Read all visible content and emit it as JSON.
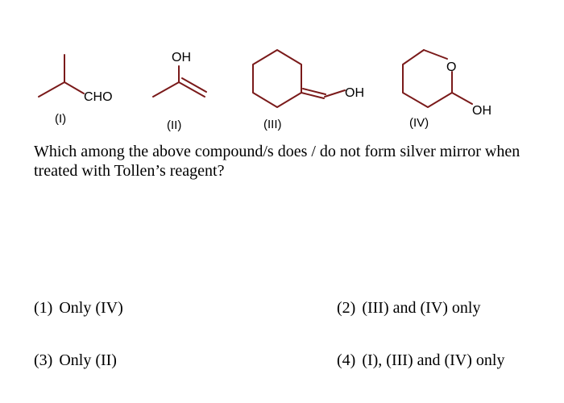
{
  "structures": [
    {
      "id": "I",
      "caption": "(I)",
      "atom_labels": [
        "CHO"
      ]
    },
    {
      "id": "II",
      "caption": "(II)",
      "atom_labels": [
        "OH"
      ]
    },
    {
      "id": "III",
      "caption": "(III)",
      "atom_labels": [
        "OH"
      ]
    },
    {
      "id": "IV",
      "caption": "(IV)",
      "atom_labels": [
        "O",
        "OH"
      ]
    }
  ],
  "bond_color": "#7a1a1a",
  "question": "Which among the above compound/s does / do not form silver mirror when treated with Tollen’s reagent?",
  "options": [
    {
      "number": "(1)",
      "text": "Only (IV)"
    },
    {
      "number": "(2)",
      "text": "(III) and (IV) only"
    },
    {
      "number": "(3)",
      "text": "Only (II)"
    },
    {
      "number": "(4)",
      "text": "(I), (III) and (IV) only"
    }
  ]
}
